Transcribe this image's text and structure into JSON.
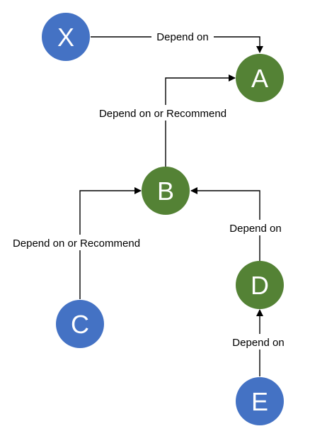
{
  "colors": {
    "blue_node": "#4472c4",
    "green_node": "#548235",
    "edge": "#000000",
    "background": "#ffffff"
  },
  "nodes": {
    "x": {
      "label": "X",
      "color": "blue"
    },
    "a": {
      "label": "A",
      "color": "green"
    },
    "b": {
      "label": "B",
      "color": "green"
    },
    "c": {
      "label": "C",
      "color": "blue"
    },
    "d": {
      "label": "D",
      "color": "green"
    },
    "e": {
      "label": "E",
      "color": "blue"
    }
  },
  "edges": {
    "x_to_a": {
      "from": "X",
      "to": "A",
      "label": "Depend on"
    },
    "b_to_a": {
      "from": "B",
      "to": "A",
      "label": "Depend on or Recommend"
    },
    "c_to_b": {
      "from": "C",
      "to": "B",
      "label": "Depend on or Recommend"
    },
    "d_to_b": {
      "from": "D",
      "to": "B",
      "label": "Depend on"
    },
    "e_to_d": {
      "from": "E",
      "to": "D",
      "label": "Depend on"
    }
  }
}
